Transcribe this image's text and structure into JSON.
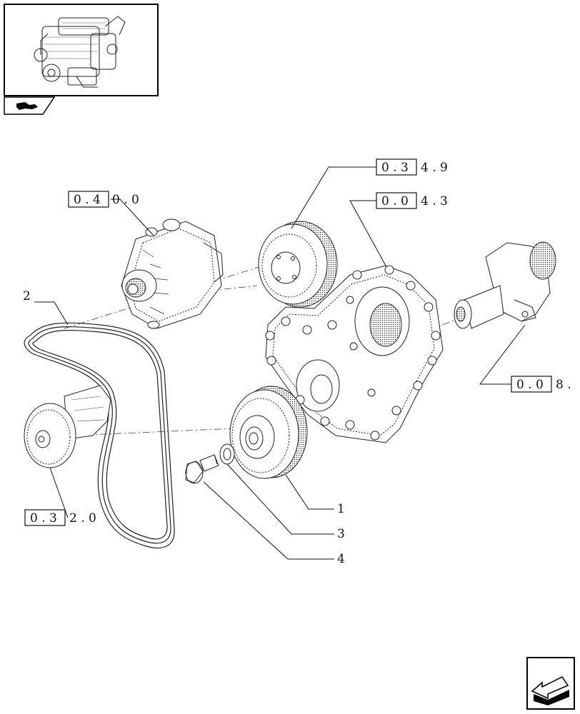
{
  "references": {
    "alternator": {
      "boxed": "0 . 4",
      "rest": "0 . 0"
    },
    "fan_pulley": {
      "boxed": "0 . 3",
      "rest": "4 . 9"
    },
    "timing_cover": {
      "boxed": "0 . 0",
      "rest": "4 . 3"
    },
    "crankshaft": {
      "boxed": "0 . 0",
      "rest": "8 ."
    },
    "water_pump": {
      "boxed": "0 . 3",
      "rest": "2 . 0"
    }
  },
  "callouts": {
    "pulley": "1",
    "belt": "2",
    "washer": "3",
    "screw": "4"
  },
  "icons": {
    "thumbnail": "engine-thumbnail-icon",
    "section_tab": "section-tab-icon",
    "navigation": "prev-page-arrow-icon"
  }
}
